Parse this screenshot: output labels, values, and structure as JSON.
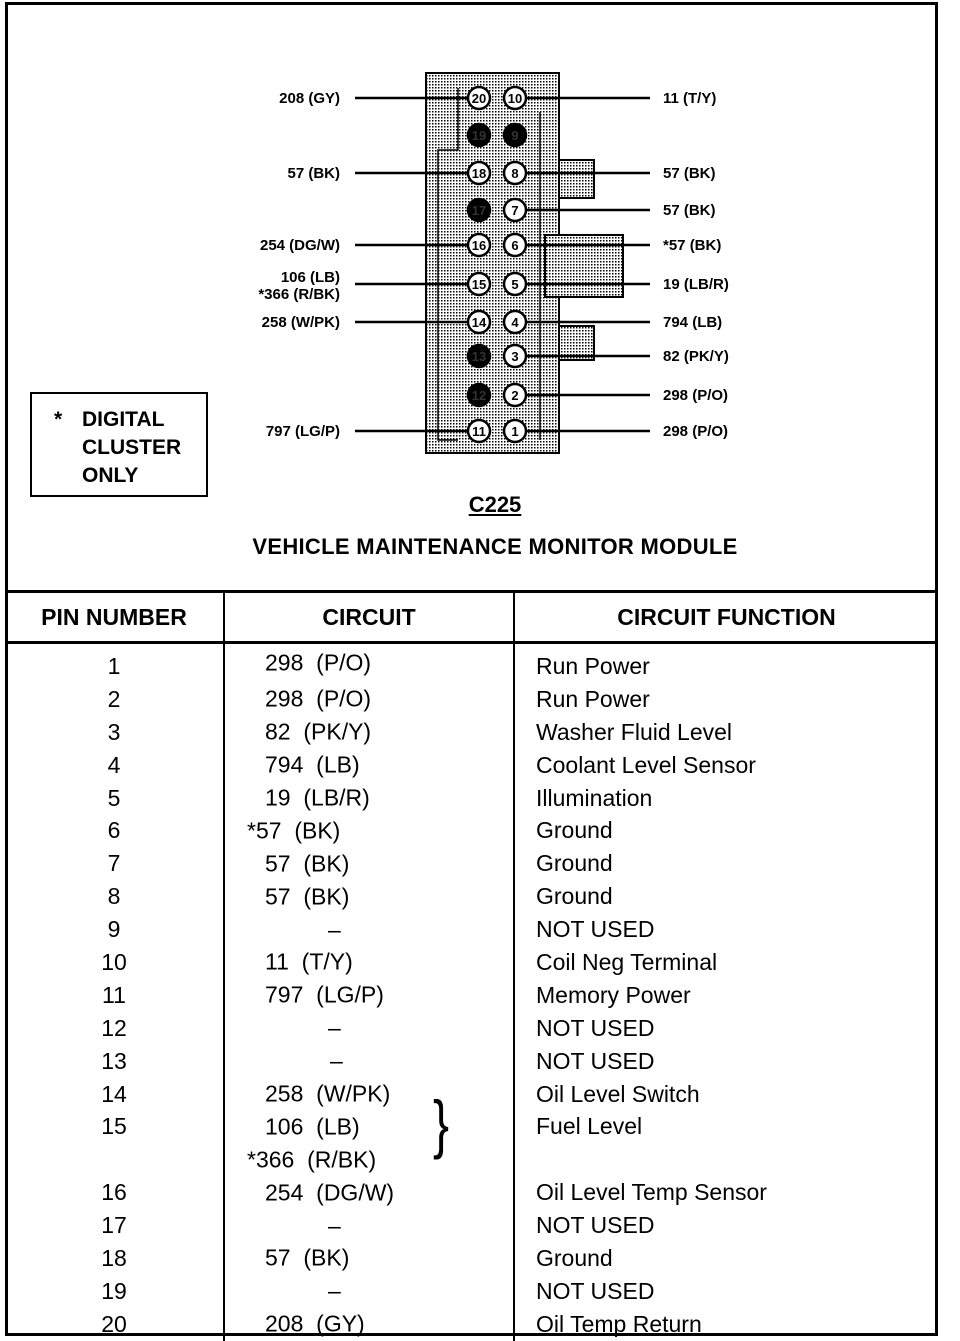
{
  "connector": {
    "id": "C225",
    "title": "VEHICLE MAINTENANCE MONITOR MODULE",
    "note_star": "*",
    "note_text": "DIGITAL\nCLUSTER\nONLY",
    "left_wires": [
      {
        "pin": "20",
        "label": "208 (GY)"
      },
      {
        "pin": "18",
        "label": "57 (BK)"
      },
      {
        "pin": "16",
        "label": "254 (DG/W)"
      },
      {
        "pin": "15",
        "label": "106 (LB)",
        "label2": "*366 (R/BK)"
      },
      {
        "pin": "14",
        "label": "258 (W/PK)"
      },
      {
        "pin": "11",
        "label": "797 (LG/P)"
      }
    ],
    "right_wires": [
      {
        "pin": "10",
        "label": "11 (T/Y)"
      },
      {
        "pin": "8",
        "label": "57 (BK)"
      },
      {
        "pin": "7",
        "label": "57 (BK)"
      },
      {
        "pin": "6",
        "label": "*57 (BK)"
      },
      {
        "pin": "5",
        "label": "19 (LB/R)"
      },
      {
        "pin": "4",
        "label": "794 (LB)"
      },
      {
        "pin": "3",
        "label": "82 (PK/Y)"
      },
      {
        "pin": "2",
        "label": "298 (P/O)"
      },
      {
        "pin": "1",
        "label": "298 (P/O)"
      }
    ],
    "pin_cells": [
      {
        "left": "20",
        "right": "10",
        "left_filled": false,
        "right_filled": false
      },
      {
        "left": "19",
        "right": "9",
        "left_filled": true,
        "right_filled": true
      },
      {
        "left": "18",
        "right": "8",
        "left_filled": false,
        "right_filled": false
      },
      {
        "left": "17",
        "right": "7",
        "left_filled": true,
        "right_filled": false
      },
      {
        "left": "16",
        "right": "6",
        "left_filled": false,
        "right_filled": false
      },
      {
        "left": "15",
        "right": "5",
        "left_filled": false,
        "right_filled": false
      },
      {
        "left": "14",
        "right": "4",
        "left_filled": false,
        "right_filled": false
      },
      {
        "left": "13",
        "right": "3",
        "left_filled": true,
        "right_filled": false
      },
      {
        "left": "12",
        "right": "2",
        "left_filled": true,
        "right_filled": false
      },
      {
        "left": "11",
        "right": "1",
        "left_filled": false,
        "right_filled": false
      }
    ]
  },
  "table": {
    "headers": [
      "PIN NUMBER",
      "CIRCUIT",
      "CIRCUIT FUNCTION"
    ],
    "rows": [
      {
        "pin": "1",
        "circuit": "298  (P/O)",
        "function": "Run Power"
      },
      {
        "pin": "2",
        "circuit": "298  (P/O)",
        "function": "Run Power"
      },
      {
        "pin": "3",
        "circuit": "82  (PK/Y)",
        "function": "Washer Fluid Level"
      },
      {
        "pin": "4",
        "circuit": "794  (LB)",
        "function": "Coolant Level Sensor"
      },
      {
        "pin": "5",
        "circuit": "19  (LB/R)",
        "function": "Illumination"
      },
      {
        "pin": "6",
        "circuit": "*57  (BK)",
        "function": "Ground"
      },
      {
        "pin": "7",
        "circuit": "57  (BK)",
        "function": "Ground"
      },
      {
        "pin": "8",
        "circuit": "57  (BK)",
        "function": "Ground"
      },
      {
        "pin": "9",
        "circuit": "–",
        "function": "NOT USED"
      },
      {
        "pin": "10",
        "circuit": "11  (T/Y)",
        "function": "Coil Neg Terminal"
      },
      {
        "pin": "11",
        "circuit": "797  (LG/P)",
        "function": "Memory Power"
      },
      {
        "pin": "12",
        "circuit": "–",
        "function": "NOT USED"
      },
      {
        "pin": "13",
        "circuit": "–",
        "function": "NOT USED"
      },
      {
        "pin": "14",
        "circuit": "258  (W/PK)",
        "function": "Oil Level Switch"
      },
      {
        "pin": "15",
        "circuit": "106  (LB)",
        "function": "Fuel Level"
      },
      {
        "pin": "",
        "circuit": "*366  (R/BK)",
        "function": ""
      },
      {
        "pin": "16",
        "circuit": "254  (DG/W)",
        "function": "Oil Level Temp Sensor"
      },
      {
        "pin": "17",
        "circuit": "–",
        "function": "NOT USED"
      },
      {
        "pin": "18",
        "circuit": "57  (BK)",
        "function": "Ground"
      },
      {
        "pin": "19",
        "circuit": "–",
        "function": "NOT USED"
      },
      {
        "pin": "20",
        "circuit": "208  (GY)",
        "function": "Oil Temp Return"
      }
    ],
    "brace": "}"
  }
}
